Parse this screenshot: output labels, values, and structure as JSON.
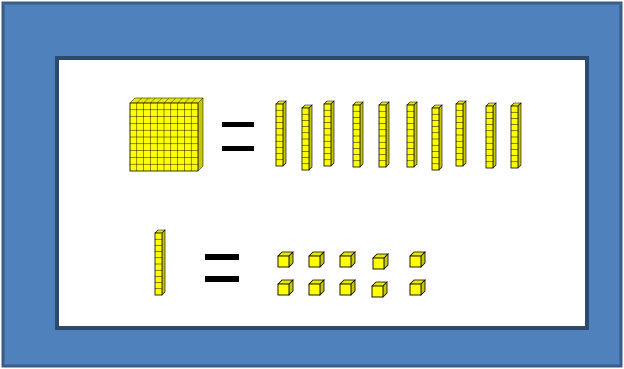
{
  "colors": {
    "frame_fill": "#4f81bd",
    "frame_border": "#385d8a",
    "panel_fill": "#ffffff",
    "panel_border": "#2c4a6e",
    "block_face": "#ffff00",
    "block_top": "#e8e800",
    "block_side": "#c8c800",
    "block_grid": "#000000",
    "equals_sign": "#000000"
  },
  "equations": [
    {
      "left": {
        "kind": "hundred-flat",
        "count": 1
      },
      "relation": "=",
      "right": {
        "kind": "ten-rod",
        "count": 10
      }
    },
    {
      "left": {
        "kind": "ten-rod",
        "count": 1
      },
      "relation": "=",
      "right": {
        "kind": "unit-cube",
        "count": 10,
        "rows": 2,
        "per_row": 5
      }
    }
  ]
}
